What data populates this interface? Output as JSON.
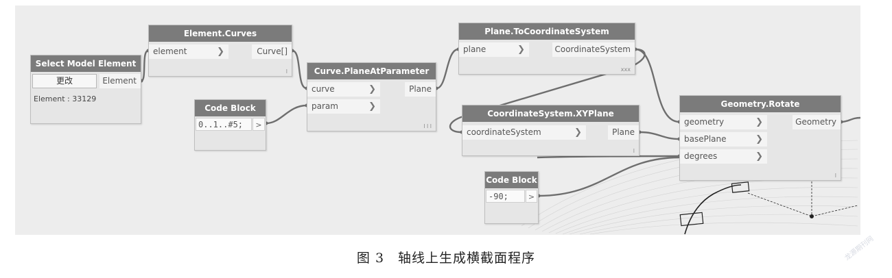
{
  "nodes": {
    "select_model_element": {
      "title": "Select Model Element",
      "button_label": "更改",
      "output_label": "Element",
      "info": "Element : 33129"
    },
    "element_curves": {
      "title": "Element.Curves",
      "input_label": "element",
      "output_label": "Curve[]",
      "footer": "l"
    },
    "code_block_1": {
      "title": "Code Block",
      "code": "0..1..#5;",
      "output_label": ">"
    },
    "curve_plane_at_parameter": {
      "title": "Curve.PlaneAtParameter",
      "inputs": [
        "curve",
        "param"
      ],
      "output_label": "Plane",
      "footer": "l l l"
    },
    "plane_to_coordinate_system": {
      "title": "Plane.ToCoordinateSystem",
      "input_label": "plane",
      "output_label": "CoordinateSystem",
      "footer": "xxx"
    },
    "coordinate_system_xy_plane": {
      "title": "CoordinateSystem.XYPlane",
      "input_label": "coordinateSystem",
      "output_label": "Plane",
      "footer": "l"
    },
    "code_block_2": {
      "title": "Code Block",
      "code": "-90;",
      "output_label": ">"
    },
    "geometry_rotate": {
      "title": "Geometry.Rotate",
      "inputs": [
        "geometry",
        "basePlane",
        "degrees"
      ],
      "output_label": "Geometry",
      "footer": "l"
    }
  },
  "port_chevron": "❯",
  "caption": "图 3　轴线上生成横截面程序",
  "watermark": "龙源期刊网"
}
